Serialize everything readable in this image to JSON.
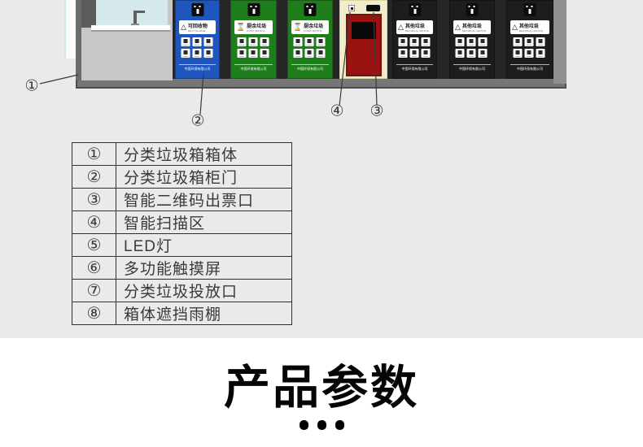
{
  "colors": {
    "page_gray": "#eaeaea",
    "white_band": "#ffffff",
    "recyclable_blue": "#1e56be",
    "food_waste_green": "#1f7d1c",
    "other_waste_black": "#1d1d1d",
    "kiosk_cream": "#f1ecca",
    "kiosk_door_red": "#9a1313",
    "base_gray": "#767676"
  },
  "scene": {
    "bins": [
      {
        "name": "recyclable",
        "icon": "recycle-triangle",
        "glyph": "△",
        "label": "可回收物",
        "label_en": "RECYCLABLE",
        "footer": "中国环保有限公司"
      },
      {
        "name": "food-waste-1",
        "icon": "hourglass",
        "glyph": "⌛",
        "label": "厨余垃圾",
        "label_en": "FOOD WASTE",
        "footer": "中国环保有限公司"
      },
      {
        "name": "food-waste-2",
        "icon": "hourglass",
        "glyph": "⌛",
        "label": "厨余垃圾",
        "label_en": "FOOD WASTE",
        "footer": "中国环保有限公司"
      },
      {
        "name": "other-waste-1",
        "icon": "recycle-triangle",
        "glyph": "△",
        "label": "其他垃圾",
        "label_en": "RESIDUAL WASTE",
        "footer": "中国环保有限公司"
      },
      {
        "name": "other-waste-2",
        "icon": "recycle-triangle",
        "glyph": "△",
        "label": "其他垃圾",
        "label_en": "RESIDUAL WASTE",
        "footer": "中国环保有限公司"
      },
      {
        "name": "other-waste-3",
        "icon": "recycle-triangle",
        "glyph": "△",
        "label": "其他垃圾",
        "label_en": "RESIDUAL WASTE",
        "footer": "中国环保有限公司"
      }
    ],
    "callouts": {
      "c1": "①",
      "c2": "②",
      "c3": "③",
      "c4": "④"
    }
  },
  "legend": {
    "rows": [
      {
        "num": "①",
        "label": "分类垃圾箱箱体"
      },
      {
        "num": "②",
        "label": "分类垃圾箱柜门"
      },
      {
        "num": "③",
        "label": "智能二维码出票口"
      },
      {
        "num": "④",
        "label": "智能扫描区"
      },
      {
        "num": "⑤",
        "label": "LED灯"
      },
      {
        "num": "⑥",
        "label": "多功能触摸屏"
      },
      {
        "num": "⑦",
        "label": "分类垃圾投放口"
      },
      {
        "num": "⑧",
        "label": "箱体遮挡雨棚"
      }
    ]
  },
  "params": {
    "title": "产品参数"
  }
}
